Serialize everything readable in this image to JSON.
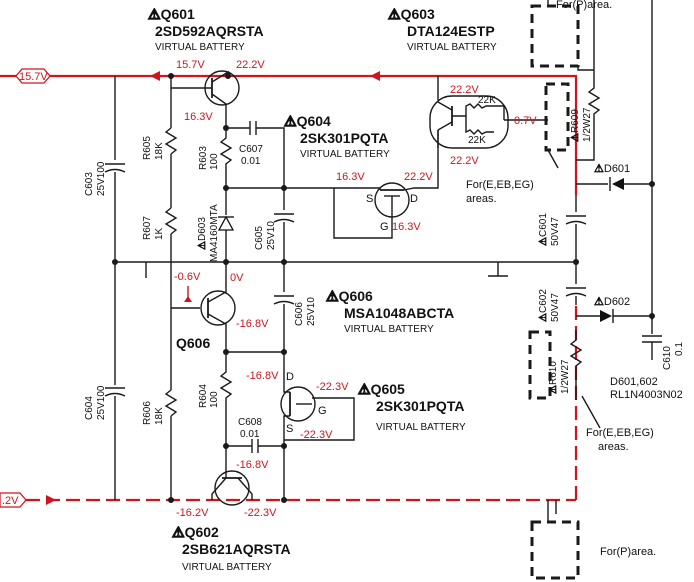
{
  "colors": {
    "wire": "#1a1a1a",
    "voltage": "#d0141e",
    "background": "#ffffff"
  },
  "q601": {
    "ref": "Q601",
    "part": "2SD592AQRSTA",
    "note": "VIRTUAL BATTERY"
  },
  "q602": {
    "ref": "Q602",
    "part": "2SB621AQRSTA",
    "note": "VIRTUAL BATTERY"
  },
  "q603": {
    "ref": "Q603",
    "part": "DTA124ESTP",
    "note": "VIRTUAL BATTERY",
    "r1": "22K",
    "r2": "22K"
  },
  "q604": {
    "ref": "Q604",
    "part": "2SK301PQTA",
    "note": "VIRTUAL BATTERY"
  },
  "q605": {
    "ref": "Q605",
    "part": "2SK301PQTA",
    "note": "VIRTUAL BATTERY"
  },
  "q606": {
    "ref": "Q606",
    "part": "MSA1048ABCTA",
    "note": "VIRTUAL BATTERY",
    "label": "Q606"
  },
  "d601_label": "D601",
  "d602_label": "D602",
  "d603": {
    "ref": "D603",
    "part": "MA4160MTA"
  },
  "d601_602_note": {
    "line1": "D601,602",
    "line2": "RL1N4003N02"
  },
  "resistors": {
    "r603": {
      "ref": "R603",
      "value": "100"
    },
    "r604": {
      "ref": "R604",
      "value": "100"
    },
    "r605": {
      "ref": "R605",
      "value": "18K"
    },
    "r606": {
      "ref": "R606",
      "value": "18K"
    },
    "r607": {
      "ref": "R607",
      "value": "1K"
    },
    "r609": {
      "ref": "R609",
      "value": "1/2W27"
    },
    "r610": {
      "ref": "R610",
      "value": "1/2W27"
    }
  },
  "capacitors": {
    "c601": {
      "ref": "C601",
      "value": "50V47"
    },
    "c602": {
      "ref": "C602",
      "value": "50V47"
    },
    "c603": {
      "ref": "C603",
      "value": "25V100"
    },
    "c604": {
      "ref": "C604",
      "value": "25V100"
    },
    "c605": {
      "ref": "C605",
      "value": "25V10"
    },
    "c606": {
      "ref": "C606",
      "value": "25V10"
    },
    "c607": {
      "ref": "C607",
      "value": "0.01"
    },
    "c608": {
      "ref": "C608",
      "value": "0.01"
    },
    "c610": {
      "ref": "C610",
      "value": "0.1"
    }
  },
  "voltages": {
    "rail_left": "15.7V",
    "q601_b": "15.7V",
    "q601_c": "22.2V",
    "q601_e": "16.3V",
    "q603_top": "22.2V",
    "q603_right": "0.7V",
    "q603_bottom": "22.2V",
    "q604_s": "16.3V",
    "q604_d": "22.2V",
    "q604_g": "16.3V",
    "q606_b": "-0.6V",
    "ref_0v": "0V",
    "q606_e": "-16.8V",
    "q605_d_node": "-16.8V",
    "q605_d": "-22.3V",
    "q605_s": "-22.3V",
    "q602_b": "-16.8V",
    "q602_e": "-16.2V",
    "q602_c": "-22.3V",
    "rail_bottom_left": ".2V"
  },
  "pins": {
    "s": "S",
    "d": "D",
    "g": "G"
  },
  "areas": {
    "top": "For(P)area.",
    "r609_areas": {
      "line1": "For(E,EB,EG)",
      "line2": "areas."
    },
    "r610_areas": {
      "line1": "For(E,EB,EG)",
      "line2": "areas."
    },
    "bottom": "For(P)area."
  }
}
